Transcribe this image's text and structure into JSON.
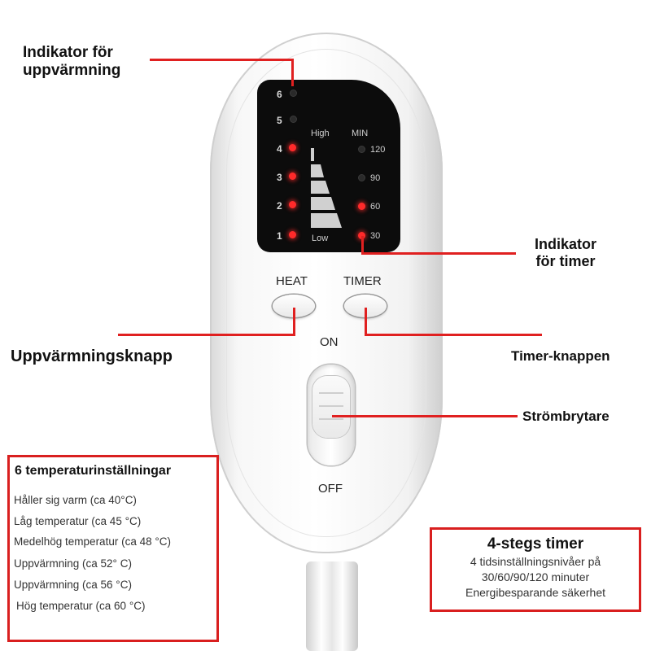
{
  "callouts": {
    "heating_indicator_line1": "Indikator för",
    "heating_indicator_line2": "uppvärmning",
    "timer_indicator_line1": "Indikator",
    "timer_indicator_line2": "för timer",
    "heat_button": "Uppvärmningsknapp",
    "timer_button": "Timer-knappen",
    "power_switch": "Strömbrytare"
  },
  "display": {
    "levels": [
      {
        "label": "6",
        "lit": false
      },
      {
        "label": "5",
        "lit": false
      },
      {
        "label": "4",
        "lit": true
      },
      {
        "label": "3",
        "lit": true
      },
      {
        "label": "2",
        "lit": true
      },
      {
        "label": "1",
        "lit": true
      }
    ],
    "high_label": "High",
    "low_label": "Low",
    "min_label": "MIN",
    "timers": [
      {
        "label": "120",
        "lit": false
      },
      {
        "label": "90",
        "lit": false
      },
      {
        "label": "60",
        "lit": true
      },
      {
        "label": "30",
        "lit": true
      }
    ]
  },
  "controller": {
    "heat_label": "HEAT",
    "timer_label": "TIMER",
    "on_label": "ON",
    "off_label": "OFF"
  },
  "temperature_box": {
    "title": "6 temperaturinställningar",
    "items": [
      "Håller sig varm (ca 40°C)",
      "Låg temperatur (ca 45 °C)",
      "Medelhög temperatur (ca 48 °C)",
      "Uppvärmning (ca 52° C)",
      "Uppvärmning (ca 56 °C)",
      "Hög temperatur (ca 60 °C)"
    ]
  },
  "timer_box": {
    "title": "4-stegs timer",
    "line1": "4 tidsinställningsnivåer på",
    "line2": "30/60/90/120 minuter",
    "line3": "Energibesparande säkerhet"
  },
  "colors": {
    "accent_red": "#e02020",
    "led_on": "#ff2a2a",
    "display_bg": "#0c0c0c"
  }
}
